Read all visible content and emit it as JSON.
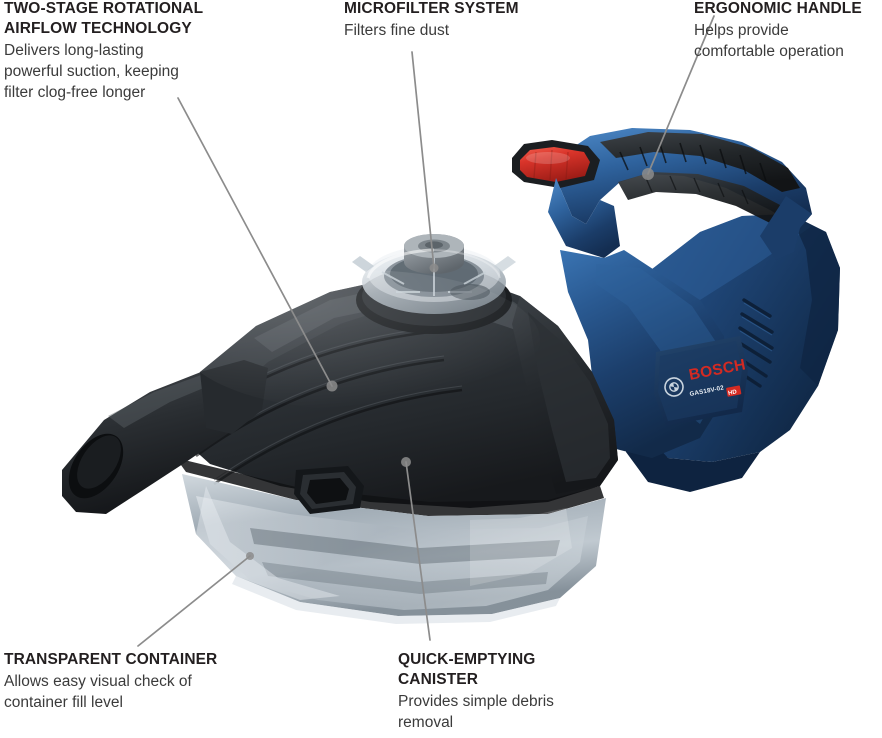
{
  "graphic": {
    "kind": "product-feature-infographic",
    "product_name": "Bosch cordless handheld vacuum",
    "background_color": "#ffffff",
    "leader_line_color": "#8c8c8c"
  },
  "callouts": [
    {
      "id": "airflow",
      "title": "TWO-STAGE ROTATIONAL\nAIRFLOW TECHNOLOGY",
      "body": "Delivers long-lasting\npowerful suction, keeping\nfilter clog-free longer"
    },
    {
      "id": "microfilter",
      "title": "MICROFILTER SYSTEM",
      "body": "Filters fine dust"
    },
    {
      "id": "handle",
      "title": "ERGONOMIC HANDLE",
      "body": "Helps provide\ncomfortable operation"
    },
    {
      "id": "container",
      "title": "TRANSPARENT CONTAINER",
      "body": "Allows easy visual check of\ncontainer fill level"
    },
    {
      "id": "canister",
      "title": "QUICK-EMPTYING\nCANISTER",
      "body": "Provides simple debris\nremoval"
    }
  ],
  "product": {
    "brand_wordmark": "BOSCH",
    "model_text": "GAS18V-02",
    "badge_text": "HD",
    "colors": {
      "bosch_blue": "#1d3f6b",
      "bosch_blue_light": "#2f66a3",
      "bosch_blue_dark": "#12294a",
      "bosch_red": "#d42a22",
      "body_black": "#232629",
      "body_black_light": "#3b4045",
      "clear_gray": "#a8b2ba"
    }
  }
}
